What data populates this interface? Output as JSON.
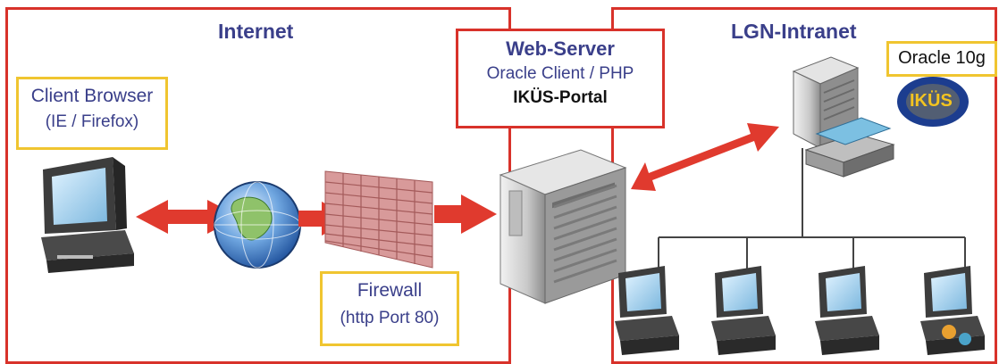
{
  "internet": {
    "title": "Internet"
  },
  "intranet": {
    "title": "LGN-Intranet"
  },
  "client": {
    "line1": "Client Browser",
    "line2": "(IE / Firefox)"
  },
  "firewall": {
    "line1": "Firewall",
    "line2": "(http Port 80)"
  },
  "webserver": {
    "title": "Web-Server",
    "line2": "Oracle Client / PHP",
    "line3": "IKÜS-Portal"
  },
  "database": {
    "label": "Oracle 10g"
  },
  "logo": {
    "text": "IKÜS"
  },
  "colors": {
    "border_red": "#d8322a",
    "label_yellow": "#f0c530",
    "text_blue": "#3a3f8a",
    "arrow_red": "#e03a2e"
  }
}
